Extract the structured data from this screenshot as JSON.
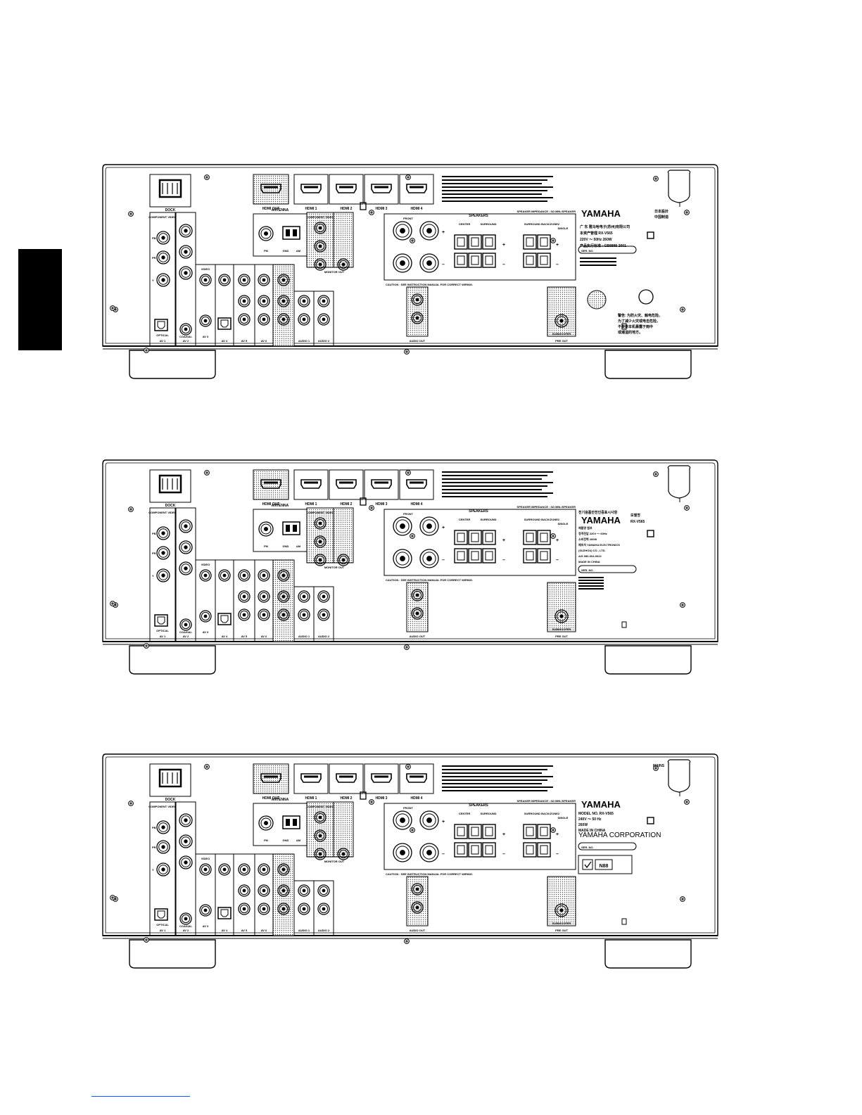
{
  "panels": [
    {
      "variant": "china",
      "labels": {
        "dock": "DOCK",
        "hdmi_out": "HDMI OUT",
        "hdmi1": "HDMI 1",
        "hdmi2": "HDMI 2",
        "hdmi3": "HDMI 3",
        "hdmi4": "HDMI 4",
        "antenna": "ANTENNA",
        "component_video": "COMPONENT VIDEO",
        "monitor_out": "MONITOR OUT",
        "speakers": "SPEAKERS",
        "front": "FRONT",
        "center": "CENTER",
        "surround": "SURROUND",
        "surround_back": "SURROUND BACK/ZONE2",
        "single": "SINGLE",
        "speaker_impedance": "SPEAKER IMPEDANCE : 6Ω MIN./SPEAKER",
        "caution": "CAUTION : SEE INSTRUCTION MANUAL FOR CORRECT WIRING.",
        "audio_out": "AUDIO OUT",
        "pre_out": "PRE OUT",
        "subwoofer": "SUBWOOFER",
        "optical": "OPTICAL",
        "coaxial": "COAXIAL",
        "fm": "FM",
        "am": "AM",
        "gnd": "GND",
        "av1": "AV 1",
        "av2": "AV 2",
        "av3": "AV 3",
        "av4": "AV 4",
        "av5": "AV 5",
        "av6": "AV 6",
        "audio1": "AUDIO 1",
        "audio2": "AUDIO 2",
        "video": "VIDEO",
        "pr": "PR",
        "pb": "PB",
        "y": "Y"
      },
      "label_block": {
        "brand": "YAMAHA",
        "origin": "日本設計\n中国制造",
        "lines": [
          "广 东  雅马哈电子(苏州)有限公司",
          "本资产管理     RX-V565",
          "220V ～ 50Hz 260W",
          "产品执行标准 : GB8898-2001"
        ],
        "serial": "SER. NO.",
        "warning": [
          "警告: 为防火灾、触电危险，",
          "为了减少火灾或电击危险，",
          "不要将本机暴露于雨中",
          "或潮湿的地方。"
        ]
      }
    },
    {
      "variant": "korea",
      "labels": {
        "dock": "DOCK",
        "hdmi_out": "HDMI OUT",
        "hdmi1": "HDMI 1",
        "hdmi2": "HDMI 2",
        "hdmi3": "HDMI 3",
        "hdmi4": "HDMI 4",
        "antenna": "ANTENNA",
        "component_video": "COMPONENT VIDEO",
        "monitor_out": "MONITOR OUT",
        "speakers": "SPEAKERS",
        "front": "FRONT",
        "center": "CENTER",
        "surround": "SURROUND",
        "surround_back": "SURROUND BACK/ZONE2",
        "single": "SINGLE",
        "speaker_impedance": "SPEAKER IMPEDANCE : 6Ω MIN./SPEAKER",
        "caution": "CAUTION : SEE INSTRUCTION MANUAL FOR CORRECT WIRING.",
        "audio_out": "AUDIO OUT",
        "pre_out": "PRE OUT",
        "subwoofer": "SUBWOOFER",
        "optical": "OPTICAL",
        "coaxial": "COAXIAL",
        "fm": "FM",
        "am": "AM",
        "gnd": "GND",
        "av1": "AV 1",
        "av2": "AV 2",
        "av3": "AV 3",
        "av4": "AV 4",
        "av5": "AV 5",
        "av6": "AV 6",
        "audio1": "AUDIO 1",
        "audio2": "AUDIO 2",
        "video": "VIDEO",
        "pr": "PR",
        "pb": "PB",
        "y": "Y"
      },
      "label_block": {
        "header": "전기용품안전인증표시사항",
        "brand": "YAMAHA",
        "model_label": "모델명",
        "model": "RX-V565",
        "lines": [
          "제품명   앰프",
          "정격전압 220V ～  60Hz",
          "소비전력 260W",
          "제조자   YAMAHA ELECTRONICS",
          "          (SUZHOU) CO., LTD.",
          "A/S      080-004-0022",
          "MADE IN CHINA"
        ],
        "serial": "SER. NO."
      }
    },
    {
      "variant": "australia",
      "labels": {
        "dock": "DOCK",
        "hdmi_out": "HDMI OUT",
        "hdmi1": "HDMI 1",
        "hdmi2": "HDMI 2",
        "hdmi3": "HDMI 3",
        "hdmi4": "HDMI 4",
        "antenna": "ANTENNA",
        "component_video": "COMPONENT VIDEO",
        "monitor_out": "MONITOR OUT",
        "speakers": "SPEAKERS",
        "front": "FRONT",
        "center": "CENTER",
        "surround": "SURROUND",
        "surround_back": "SURROUND BACK/ZONE2",
        "single": "SINGLE",
        "speaker_impedance": "SPEAKER IMPEDANCE : 6Ω MIN./SPEAKER",
        "caution": "CAUTION : SEE INSTRUCTION MANUAL FOR CORRECT WIRING.",
        "audio_out": "AUDIO OUT",
        "pre_out": "PRE OUT",
        "subwoofer": "SUBWOOFER",
        "optical": "OPTICAL",
        "coaxial": "COAXIAL",
        "fm": "FM",
        "am": "AM",
        "gnd": "GND",
        "av1": "AV 1",
        "av2": "AV 2",
        "av3": "AV 3",
        "av4": "AV 4",
        "av5": "AV 5",
        "av6": "AV 6",
        "audio1": "AUDIO 1",
        "audio2": "AUDIO 2",
        "video": "VIDEO",
        "pr": "PR",
        "pb": "PB",
        "y": "Y"
      },
      "label_block": {
        "mains": "MAINS",
        "brand": "YAMAHA",
        "lines": [
          "MODEL NO.  RX-V565",
          "240V ～  50 Hz",
          "260W",
          "MADE IN CHINA"
        ],
        "corp": "YAMAHA CORPORATION",
        "serial": "SER. NO.",
        "approval": "N88"
      }
    }
  ]
}
